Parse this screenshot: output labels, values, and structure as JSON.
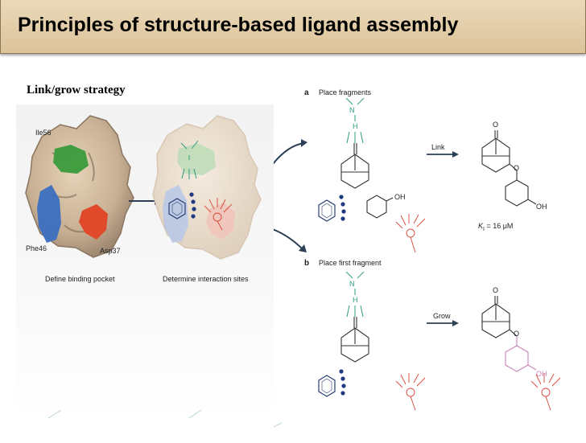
{
  "slide": {
    "title": "Principles of structure-based ligand assembly",
    "subtitle": "Link/grow strategy"
  },
  "left_figure": {
    "label_ile": "Ile56",
    "label_phe": "Phe46",
    "label_asp": "Asp37",
    "caption_binding": "Define binding pocket",
    "caption_sites": "Determine interaction sites"
  },
  "panel_a": {
    "letter": "a",
    "title": "Place fragments",
    "arrow_label": "Link",
    "ki": "K",
    "ki_sub": "I",
    "ki_value": " = 16 μM"
  },
  "panel_b": {
    "letter": "b",
    "title": "Place first fragment",
    "arrow_label": "Grow"
  },
  "chem_labels": {
    "N": "N",
    "H": "H",
    "O": "O",
    "OH": "OH"
  },
  "colors": {
    "title_bar": "#dcc39a",
    "teal": "#2e9c85",
    "red": "#d8473a",
    "navy": "#2a3f73",
    "pink": "#c884b8",
    "surface_tan": "#c8b094"
  }
}
